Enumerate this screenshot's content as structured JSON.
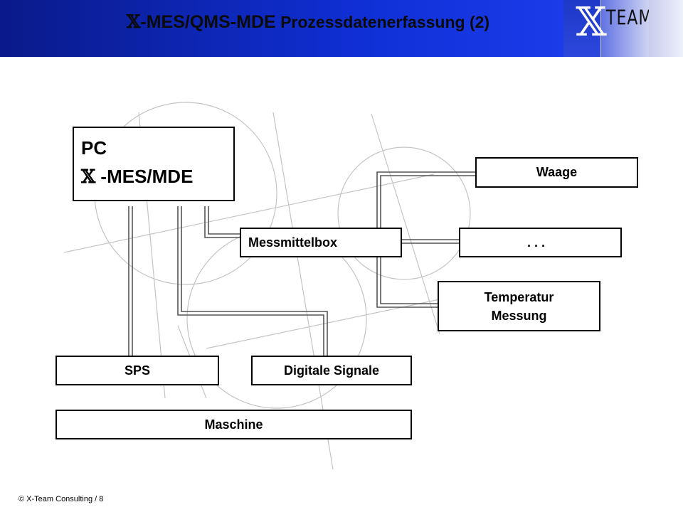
{
  "header": {
    "title_x": "𝕏",
    "title_main": "-MES/QMS-MDE",
    "title_rest": " Prozessdatenerfassung (2)",
    "logo_x": "𝕏",
    "logo_team": "TEAM"
  },
  "colors": {
    "header_blue": "#1030d8",
    "box_border": "#000000",
    "connector": "#555555",
    "sketch": "#bdbdbd"
  },
  "nodes": {
    "pc_line1": "PC",
    "pc_x": "𝕏",
    "pc_line2": " -MES/MDE",
    "messmittelbox": "Messmittelbox",
    "waage": "Waage",
    "dots": ". . .",
    "temperatur": "Temperatur Messung",
    "sps": "SPS",
    "digitale_signale": "Digitale Signale",
    "maschine": "Maschine"
  },
  "footer": {
    "copyright_icon": "copyright-icon",
    "text": " X-Team Consulting  / 8"
  }
}
